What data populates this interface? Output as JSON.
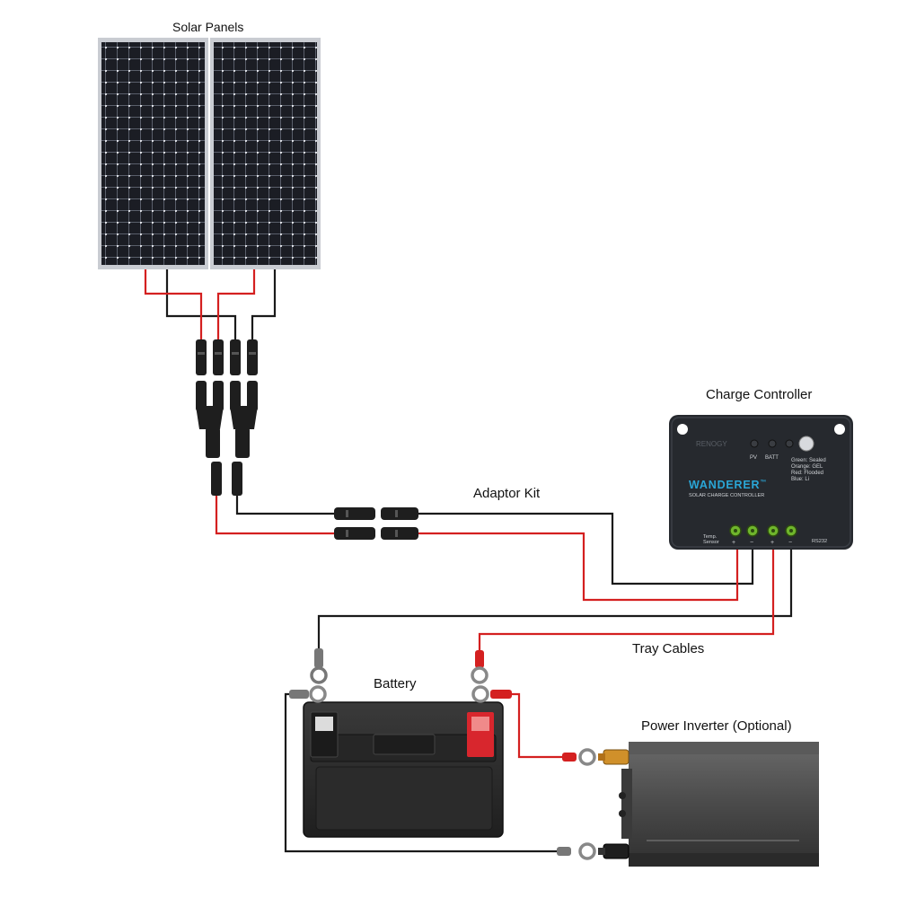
{
  "labels": {
    "solar_panels": "Solar Panels",
    "charge_controller": "Charge Controller",
    "adaptor_kit": "Adaptor Kit",
    "tray_cables": "Tray Cables",
    "battery": "Battery",
    "power_inverter": "Power Inverter (Optional)"
  },
  "controller": {
    "brand": "RENOGY",
    "model": "WANDERER",
    "trademark": "™",
    "subtitle": "SOLAR CHARGE CONTROLLER",
    "pv_label": "PV",
    "batt_label": "BATT",
    "legend": [
      "Green: Sealed",
      "Orange: GEL",
      "Red: Flooded",
      "Blue: Li"
    ],
    "temp_label_1": "Temp.",
    "temp_label_2": "Sensor",
    "rs232": "RS232",
    "terminal_signs": [
      "+",
      "−",
      "+",
      "−"
    ]
  },
  "colors": {
    "positive_wire": "#d42020",
    "negative_wire": "#1a1a1a",
    "panel_cell": "#1b1d24",
    "panel_frame": "#c9ccd2",
    "controller_body": "#26292e",
    "controller_accent": "#2aa6d6",
    "terminal_green": "#6fb52c",
    "battery_body": "#2e2e2e",
    "battery_positive": "#d8262d",
    "inverter_body": "#4a4a4a",
    "inverter_positive_post": "#d0902a"
  }
}
